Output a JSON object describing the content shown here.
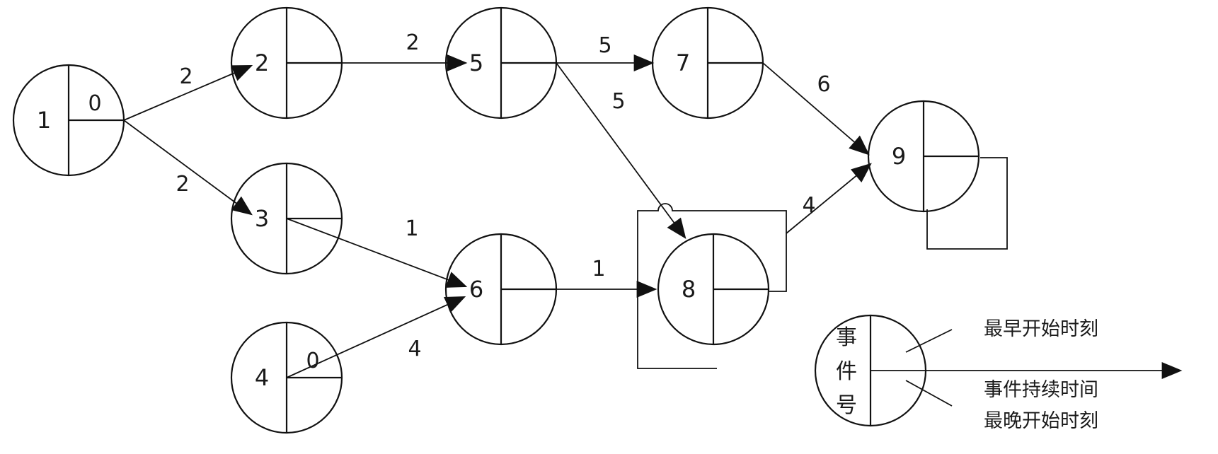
{
  "diagram": {
    "nodes": [
      {
        "id": "1",
        "es": "0"
      },
      {
        "id": "2",
        "es": ""
      },
      {
        "id": "3",
        "es": ""
      },
      {
        "id": "4",
        "es": "0"
      },
      {
        "id": "5",
        "es": ""
      },
      {
        "id": "6",
        "es": ""
      },
      {
        "id": "7",
        "es": ""
      },
      {
        "id": "8",
        "es": ""
      },
      {
        "id": "9",
        "es": ""
      }
    ],
    "edges": [
      {
        "from": "1",
        "to": "2",
        "duration": "2"
      },
      {
        "from": "1",
        "to": "3",
        "duration": "2"
      },
      {
        "from": "2",
        "to": "5",
        "duration": "2"
      },
      {
        "from": "3",
        "to": "6",
        "duration": "1"
      },
      {
        "from": "4",
        "to": "6",
        "duration": "4"
      },
      {
        "from": "5",
        "to": "7",
        "duration": "5"
      },
      {
        "from": "5",
        "to": "8",
        "duration": "5"
      },
      {
        "from": "6",
        "to": "8",
        "duration": "1"
      },
      {
        "from": "7",
        "to": "9",
        "duration": "6"
      },
      {
        "from": "8",
        "to": "9",
        "duration": "4"
      }
    ]
  },
  "legend": {
    "event_number_chars": [
      "事",
      "件",
      "号"
    ],
    "earliest_start": "最早开始时刻",
    "duration": "事件持续时间",
    "latest_start": "最晚开始时刻"
  }
}
